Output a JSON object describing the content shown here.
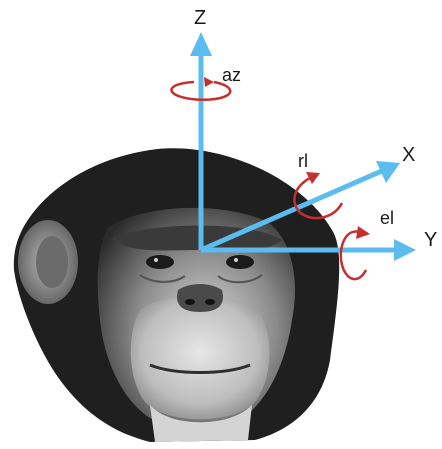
{
  "axes": {
    "z_label": "Z",
    "x_label": "X",
    "y_label": "Y"
  },
  "rotations": {
    "azimuth_label": "az",
    "roll_label": "rl",
    "elevation_label": "el"
  },
  "colors": {
    "axis": "#5bbcf0",
    "rotation_arrow": "#c62f2f",
    "background": "#ffffff"
  },
  "image": {
    "subject": "chimpanzee-head-grayscale"
  }
}
